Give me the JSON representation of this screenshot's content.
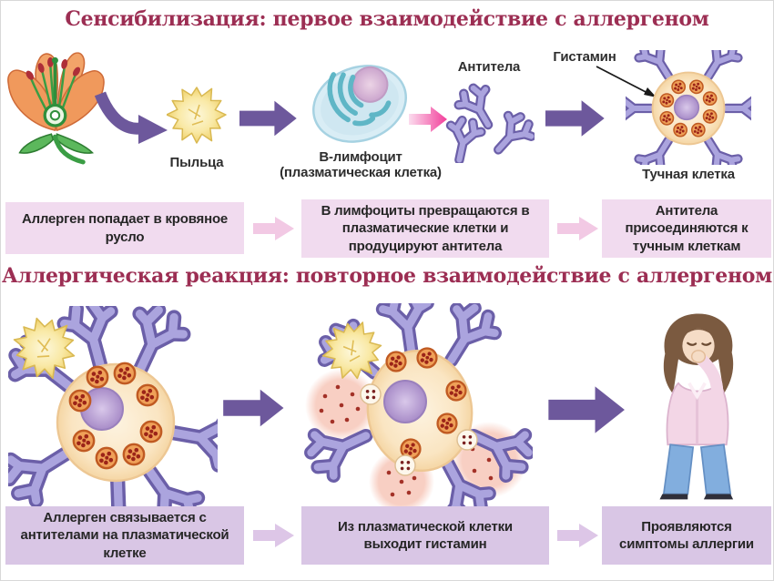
{
  "section1": {
    "title": "Сенсибилизация: первое взаимодействие с аллергеном",
    "labels": {
      "pollen": "Пыльца",
      "b_lymphocyte_line1": "В-лимфоцит",
      "b_lymphocyte_line2": "(плазматическая клетка)",
      "antibodies": "Антитела",
      "histamine": "Гистамин",
      "mast_cell": "Тучная клетка"
    },
    "captions": [
      "Аллерген попадает в кровяное русло",
      "В лимфоциты превращаются в плазматические клетки и продуцируют антитела",
      "Антитела присоединяются к тучным клеткам"
    ]
  },
  "section2": {
    "title": "Аллергическая реакция: повторное взаимодействие с аллергеном",
    "captions": [
      "Аллерген связывается с антителами на плазматической клетке",
      "Из плазматической клетки выходит гистамин",
      "Проявляются симптомы аллергии"
    ]
  },
  "colors": {
    "title_text": "#9c2e53",
    "caption_bg_top": "#f1dbef",
    "caption_bg_bottom": "#d9c6e5",
    "arrow_purple": "#6d589c",
    "arrow_pink_deep": "#f23e9a",
    "arrow_pink_light": "#f2c9e4"
  }
}
